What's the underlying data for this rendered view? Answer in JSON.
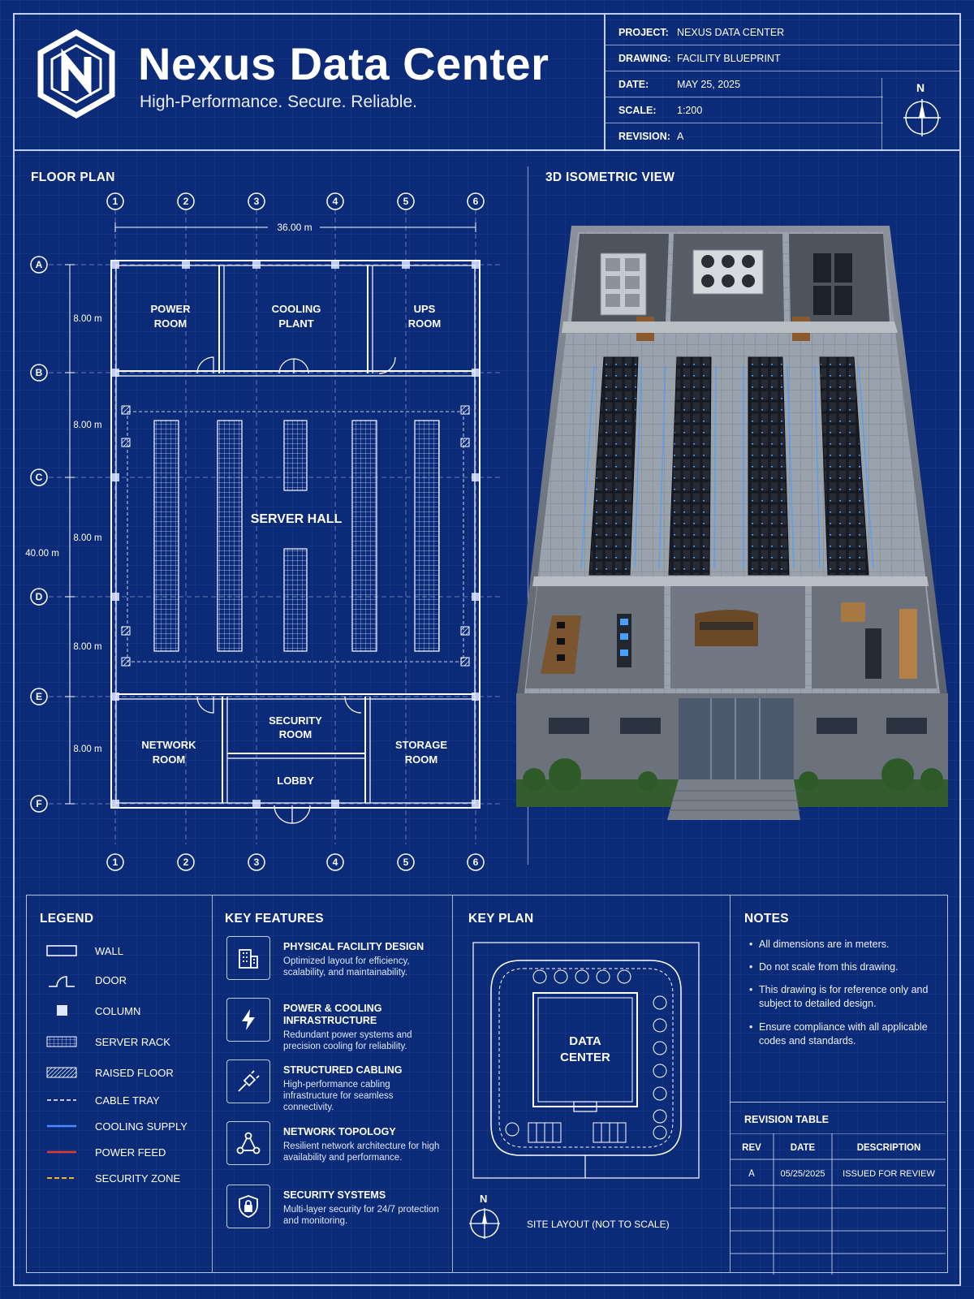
{
  "header": {
    "title": "Nexus Data Center",
    "tagline": "High-Performance. Secure. Reliable.",
    "title_block": [
      {
        "key": "PROJECT:",
        "value": "NEXUS DATA CENTER"
      },
      {
        "key": "DRAWING:",
        "value": "FACILITY BLUEPRINT"
      },
      {
        "key": "DATE:",
        "value": "MAY 25, 2025"
      },
      {
        "key": "SCALE:",
        "value": "1:200"
      },
      {
        "key": "REVISION:",
        "value": "A"
      }
    ],
    "north_label": "N"
  },
  "floor_plan": {
    "title": "FLOOR PLAN",
    "col_labels": [
      "1",
      "2",
      "3",
      "4",
      "5",
      "6"
    ],
    "row_labels": [
      "A",
      "B",
      "C",
      "D",
      "E",
      "F"
    ],
    "width_dim": "36.00 m",
    "height_dim": "40.00 m",
    "bay_dims": [
      "8.00 m",
      "8.00 m",
      "8.00 m",
      "8.00 m",
      "8.00 m"
    ],
    "rooms": {
      "power": [
        "POWER",
        "ROOM"
      ],
      "cooling": [
        "COOLING",
        "PLANT"
      ],
      "ups": [
        "UPS",
        "ROOM"
      ],
      "server_hall": "SERVER HALL",
      "network": [
        "NETWORK",
        "ROOM"
      ],
      "security": [
        "SECURITY",
        "ROOM"
      ],
      "lobby": "LOBBY",
      "storage": [
        "STORAGE",
        "ROOM"
      ]
    }
  },
  "iso_view": {
    "title": "3D ISOMETRIC VIEW"
  },
  "legend": {
    "title": "LEGEND",
    "items": [
      {
        "label": "WALL",
        "icon": "wall-symbol"
      },
      {
        "label": "DOOR",
        "icon": "door-symbol"
      },
      {
        "label": "COLUMN",
        "icon": "column-symbol"
      },
      {
        "label": "SERVER RACK",
        "icon": "rack-symbol"
      },
      {
        "label": "RAISED FLOOR",
        "icon": "raised-floor-symbol"
      },
      {
        "label": "CABLE TRAY",
        "icon": "cable-tray-line",
        "color": "#ffffff"
      },
      {
        "label": "COOLING SUPPLY",
        "icon": "cooling-line",
        "color": "#4a8cff"
      },
      {
        "label": "POWER FEED",
        "icon": "power-line",
        "color": "#e23b2e"
      },
      {
        "label": "SECURITY ZONE",
        "icon": "security-line",
        "color": "#f0b429"
      }
    ]
  },
  "key_features": {
    "title": "KEY FEATURES",
    "items": [
      {
        "icon": "building-icon",
        "title": "PHYSICAL FACILITY DESIGN",
        "desc": "Optimized layout for efficiency, scalability, and maintainability."
      },
      {
        "icon": "lightning-icon",
        "title": "POWER & COOLING INFRASTRUCTURE",
        "desc": "Redundant power systems and precision cooling for reliability."
      },
      {
        "icon": "cable-plug-icon",
        "title": "STRUCTURED CABLING",
        "desc": "High-performance cabling infrastructure for seamless connectivity."
      },
      {
        "icon": "network-topology-icon",
        "title": "NETWORK TOPOLOGY",
        "desc": "Resilient network architecture for high availability and performance."
      },
      {
        "icon": "shield-lock-icon",
        "title": "SECURITY SYSTEMS",
        "desc": "Multi-layer security for 24/7 protection and monitoring."
      }
    ]
  },
  "key_plan": {
    "title": "KEY PLAN",
    "building_label": [
      "DATA",
      "CENTER"
    ],
    "north_label": "N",
    "caption": "SITE LAYOUT (NOT TO SCALE)"
  },
  "notes": {
    "title": "NOTES",
    "items": [
      "All dimensions are in meters.",
      "Do not scale from this drawing.",
      "This drawing is for reference only and subject to detailed design.",
      "Ensure compliance with all applicable codes and standards."
    ]
  },
  "revision_table": {
    "title": "REVISION TABLE",
    "headers": [
      "REV",
      "DATE",
      "DESCRIPTION"
    ],
    "rows": [
      [
        "A",
        "05/25/2025",
        "ISSUED FOR REVIEW"
      ]
    ]
  },
  "colors": {
    "background": "#0b2a78",
    "line": "#e1ebff",
    "accent_blue": "#4a8cff"
  }
}
